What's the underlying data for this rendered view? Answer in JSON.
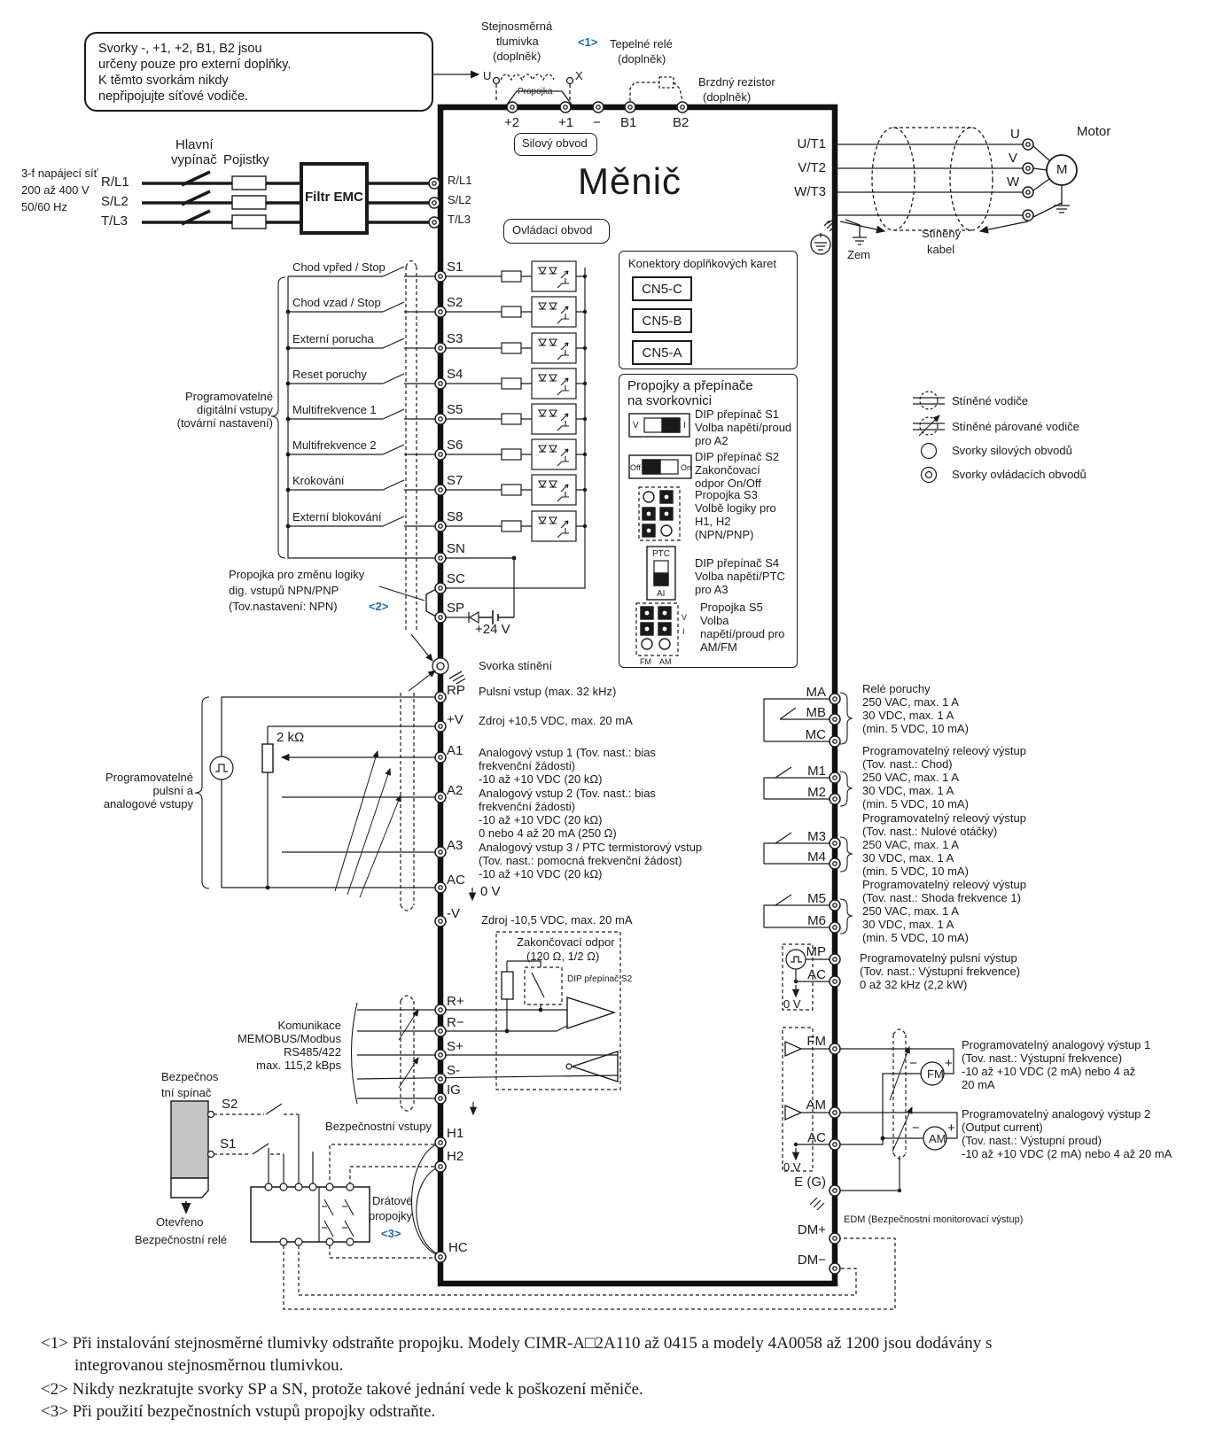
{
  "note_box": {
    "lines": [
      "Svorky -, +1, +2, B1, B2 jsou",
      "určeny pouze pro externí doplňky.",
      "K těmto svorkám nikdy",
      "nepřipojujte síťové vodiče."
    ]
  },
  "top": {
    "dc_choke": [
      "Stejnosměrná",
      "tlumivka",
      "(doplněk)"
    ],
    "ref1": "<1>",
    "u": "U",
    "x": "X",
    "propojka": "Propojka",
    "thermal_relay": [
      "Tepelné relé",
      "(doplněk)"
    ],
    "braking_resistor": [
      "Brzdný rezistor",
      "(doplněk)"
    ],
    "terminals": [
      "+2",
      "+1",
      "−",
      "B1",
      "B2"
    ],
    "silovy": "Silový obvod",
    "menic": "Měnič",
    "ovladaci": "Ovládací obvod"
  },
  "power_in": {
    "supply": [
      "3-f napájecí síť",
      "200 až 400 V",
      "50/60 Hz"
    ],
    "phases": [
      "R/L1",
      "S/L2",
      "T/L3"
    ],
    "breaker": [
      "Hlavní",
      "vypínač"
    ],
    "fuses": "Pojistky",
    "emc": "Filtr EMC",
    "terminals": [
      "R/L1",
      "S/L2",
      "T/L3"
    ]
  },
  "motor_out": {
    "terminals": [
      "U/T1",
      "V/T2",
      "W/T3"
    ],
    "phases": [
      "U",
      "V",
      "W"
    ],
    "motor": "Motor",
    "m": "M",
    "shielded": [
      "Stíněný",
      "kabel"
    ],
    "zem": "Zem"
  },
  "digital_inputs": {
    "group": [
      "Programovatelné",
      "digitální vstupy",
      "(tovární nastavení)"
    ],
    "rows": [
      {
        "label": "Chod vpřed / Stop",
        "term": "S1"
      },
      {
        "label": "Chod vzad / Stop",
        "term": "S2"
      },
      {
        "label": "Externí porucha",
        "term": "S3"
      },
      {
        "label": "Reset poruchy",
        "term": "S4"
      },
      {
        "label": "Multifrekvence 1",
        "term": "S5"
      },
      {
        "label": "Multifrekvence 2",
        "term": "S6"
      },
      {
        "label": "Krokování",
        "term": "S7"
      },
      {
        "label": "Externí blokování",
        "term": "S8"
      }
    ],
    "sn": "SN",
    "sc": "SC",
    "sp": "SP",
    "v24": "+24 V",
    "npn": [
      "Propojka pro změnu logiky",
      "dig. vstupů NPN/PNP",
      "(Tov.nastavení: NPN)"
    ],
    "ref2": "<2>"
  },
  "option_cards": {
    "title": "Konektory doplňkových karet",
    "slots": [
      "CN5-C",
      "CN5-B",
      "CN5-A"
    ]
  },
  "jumpers": {
    "title": [
      "Propojky a přepínače",
      "na svorkovnici"
    ],
    "s1": {
      "left": "V",
      "right": "I",
      "desc": [
        "DIP přepínač S1",
        "Volba napětí/proud",
        "pro A2"
      ]
    },
    "s2": {
      "left": "Off",
      "right": "On",
      "desc": [
        "DIP přepínač S2",
        "Zakončovací",
        "odpor On/Off"
      ]
    },
    "s3": {
      "desc": [
        "Propojka S3",
        "Volbě logiky pro",
        "H1, H2",
        "(NPN/PNP)"
      ]
    },
    "s4": {
      "top": "PTC",
      "bottom": "AI",
      "desc": [
        "DIP přepínač S4",
        "Volba napětí/PTC",
        "pro A3"
      ]
    },
    "s5": {
      "v": "V",
      "i": "I",
      "fm": "FM",
      "am": "AM",
      "desc": [
        "Propojka S5",
        "Volba",
        "napětí/proud pro",
        "AM/FM"
      ]
    }
  },
  "analog": {
    "shield": "Svorka stínění",
    "group": [
      "Programovatelné",
      "pulsní a",
      "analogové vstupy"
    ],
    "pot": "2 kΩ",
    "zero": "0 V",
    "rp": {
      "term": "RP",
      "desc": "Pulsní vstup (max. 32 kHz)"
    },
    "pv": {
      "term": "+V",
      "desc": "Zdroj +10,5 VDC, max. 20 mA"
    },
    "a1": {
      "term": "A1",
      "desc": [
        "Analogový vstup 1 (Tov. nast.: bias",
        "frekvenční žádosti)",
        "-10 až +10 VDC (20 kΩ)"
      ]
    },
    "a2": {
      "term": "A2",
      "desc": [
        "Analogový vstup 2 (Tov. nast.: bias",
        "frekvenční žádosti)",
        "-10 až +10 VDC (20 kΩ)",
        "0 nebo 4 až 20 mA (250 Ω)"
      ]
    },
    "a3": {
      "term": "A3",
      "desc": [
        "Analogový vstup 3 / PTC termistorový vstup",
        "(Tov. nast.: pomocná frekvenční žádost)",
        "-10 až +10 VDC (20 kΩ)"
      ]
    },
    "ac": {
      "term": "AC"
    },
    "mv": {
      "term": "-V",
      "desc": "Zdroj -10,5 VDC, max. 20 mA"
    }
  },
  "comm": {
    "label": [
      "Komunikace",
      "MEMOBUS/Modbus",
      "RS485/422",
      "max. 115,2 kBps"
    ],
    "terminals": [
      "R+",
      "R−",
      "S+",
      "S-",
      "IG"
    ],
    "term_res": [
      "Zakončovací odpor",
      "(120 Ω, 1/2 Ω)"
    ],
    "dip": "DIP přepínač S2"
  },
  "safety": {
    "switch": [
      "Bezpečnos",
      "tní spínač"
    ],
    "s2": "S2",
    "s1": "S1",
    "open": "Otevřeno",
    "relay": "Bezpečnostní relé",
    "inputs": "Bezpečnostní vstupy",
    "jumper": [
      "Drátové",
      "propojky"
    ],
    "ref3": "<3>",
    "h1": "H1",
    "h2": "H2",
    "hc": "HC"
  },
  "outputs": {
    "fault": {
      "terms": [
        "MA",
        "MB",
        "MC"
      ],
      "desc": [
        "Relé poruchy",
        "250 VAC, max. 1 A",
        "30 VDC, max. 1 A",
        "(min. 5 VDC, 10 mA)"
      ]
    },
    "m12": {
      "terms": [
        "M1",
        "M2"
      ],
      "desc": [
        "Programovatelný releový výstup",
        "(Tov. nast.: Chod)",
        "250 VAC, max. 1 A",
        "30 VDC, max. 1 A",
        "(min. 5 VDC, 10 mA)"
      ]
    },
    "m34": {
      "terms": [
        "M3",
        "M4"
      ],
      "desc": [
        "Programovatelný releový výstup",
        "(Tov. nast.: Nulové otáčky)",
        "250 VAC, max. 1 A",
        "30 VDC, max. 1 A",
        "(min. 5 VDC, 10 mA)"
      ]
    },
    "m56": {
      "terms": [
        "M5",
        "M6"
      ],
      "desc": [
        "Programovatelný releový výstup",
        "(Tov. nast.: Shoda frekvence 1)",
        "250 VAC, max. 1 A",
        "30 VDC, max. 1 A",
        "(min. 5 VDC, 10 mA)"
      ]
    },
    "pulse": {
      "terms": [
        "MP",
        "AC"
      ],
      "zero": "0 V",
      "desc": [
        "Programovatelný pulsní výstup",
        "(Tov. nast.: Výstupní frekvence)",
        "0 až 32 kHz (2,2 kW)"
      ]
    },
    "fm": {
      "term": "FM",
      "meter": "FM",
      "minus": "−",
      "plus": "+",
      "desc": [
        "Programovatelný analogový výstup 1",
        "(Tov. nast.: Výstupní frekvence)",
        "-10 až +10 VDC (2 mA) nebo 4 až",
        "20 mA"
      ]
    },
    "am": {
      "terms": [
        "AM",
        "AC"
      ],
      "zero": "0 V",
      "meter": "AM",
      "minus": "−",
      "plus": "+",
      "desc": [
        "Programovatelný analogový výstup 2",
        "(Output current)",
        "(Tov. nast.: Výstupní proud)",
        "-10 až +10 VDC (2 mA) nebo 4 až 20 mA"
      ]
    },
    "eg": "E (G)",
    "edm": "EDM (Bezpečnostní monitorovací výstup)",
    "dmp": "DM+",
    "dmm": "DM−"
  },
  "legend": {
    "items": [
      "Stíněné vodiče",
      "Stíněné párované vodiče",
      "Svorky silových obvodů",
      "Svorky ovládacích obvodů"
    ]
  },
  "footnotes": [
    "<1> Při instalování stejnosměrné tlumivky odstraňte propojku. Modely CIMR-A□2A110 až 0415 a modely 4A0058 až 1200 jsou dodávány s",
    "integrovanou stejnosměrnou tlumivkou.",
    "<2> Nikdy nezkratujte svorky SP a SN, protože takové jednání vede k poškození měniče.",
    "<3> Při použití bezpečnostních vstupů propojky odstraňte."
  ]
}
